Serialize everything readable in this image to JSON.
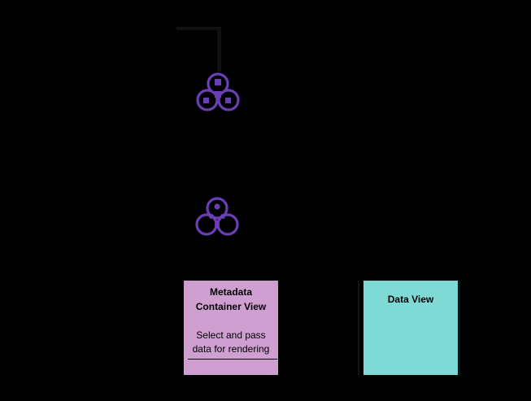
{
  "colors": {
    "background": "#000000",
    "icon_purple": "#6a3fb5",
    "metadata_box": "#cf9fd2",
    "data_box": "#7fdad6"
  },
  "nodes": {
    "top_node": {
      "icon": "triple-node-cluster-icon"
    },
    "middle_node": {
      "icon": "triple-node-cluster-icon"
    }
  },
  "metadata_container": {
    "title": "Metadata Container View",
    "description": "Select and pass data for rendering"
  },
  "data_view": {
    "title": "Data View"
  }
}
